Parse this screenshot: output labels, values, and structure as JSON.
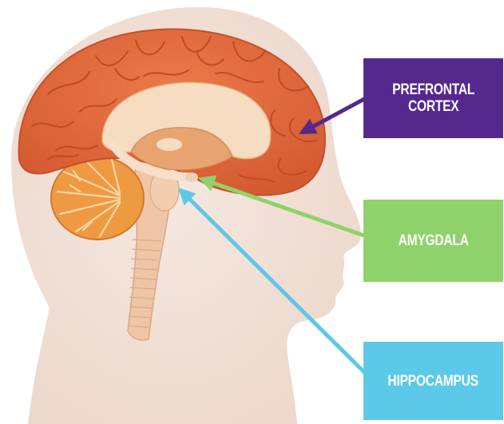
{
  "labels": [
    {
      "id": "prefrontal-cortex",
      "lines": [
        "PREFRONTAL",
        "CORTEX"
      ],
      "color": "#55288e"
    },
    {
      "id": "amygdala",
      "lines": [
        "AMYGDALA"
      ],
      "color": "#8fd26b"
    },
    {
      "id": "hippocampus",
      "lines": [
        "HIPPOCAMPUS"
      ],
      "color": "#5bc9e7"
    }
  ],
  "palette": {
    "head": "#f2e2d8",
    "cerebrum": "#e2693b",
    "cerebrum_fold": "#c4502b",
    "cerebellum": "#ee9a43",
    "corpus_callosum": "#f6dcc0",
    "thalamus": "#e8a470",
    "brainstem": "#efc6a5"
  }
}
